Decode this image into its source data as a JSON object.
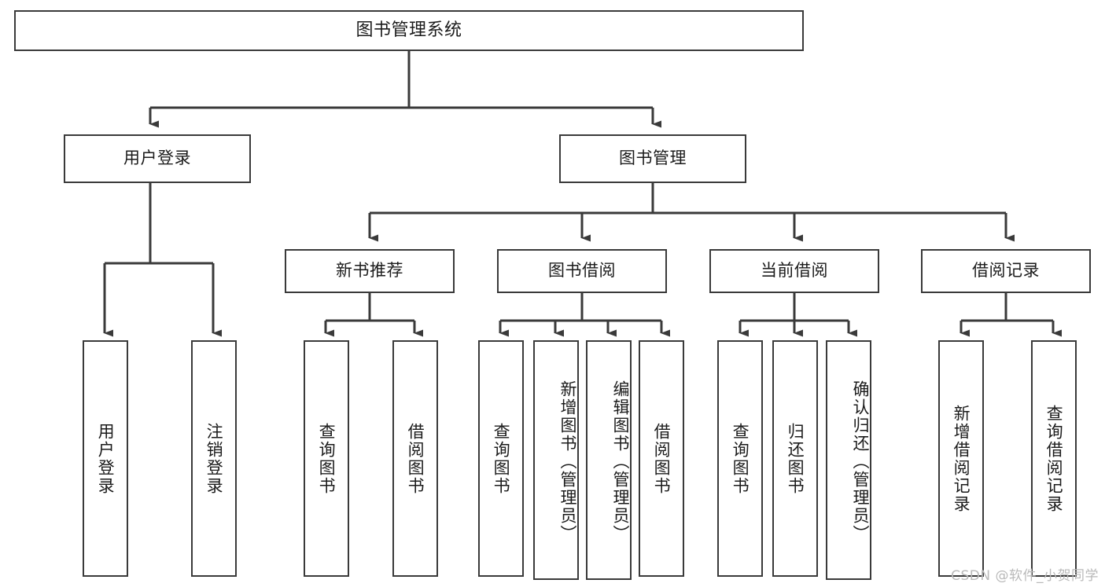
{
  "diagram": {
    "type": "tree-hierarchy-chart",
    "title": "图书管理系统",
    "root": {
      "label": "图书管理系统"
    },
    "level2": [
      {
        "label": "用户登录"
      },
      {
        "label": "图书管理"
      }
    ],
    "level3": [
      {
        "label": "新书推荐"
      },
      {
        "label": "图书借阅"
      },
      {
        "label": "当前借阅"
      },
      {
        "label": "借阅记录"
      }
    ],
    "leaves": {
      "user_login": [
        {
          "label": "用户登录"
        },
        {
          "label": "注销登录"
        }
      ],
      "new_book_recommend": [
        {
          "label": "查询图书"
        },
        {
          "label": "借阅图书"
        }
      ],
      "book_borrow": [
        {
          "label": "查询图书"
        },
        {
          "label": "新增图书（管理员）"
        },
        {
          "label": "编辑图书（管理员）"
        },
        {
          "label": "借阅图书"
        }
      ],
      "current_borrow": [
        {
          "label": "查询图书"
        },
        {
          "label": "归还图书"
        },
        {
          "label": "确认归还（管理员）"
        }
      ],
      "borrow_record": [
        {
          "label": "新增借阅记录"
        },
        {
          "label": "查询借阅记录"
        }
      ]
    }
  },
  "watermark": {
    "text": "CSDN @软件_小贺同学"
  },
  "colors": {
    "border": "#3a3a3a",
    "line": "#3a3a3a",
    "text": "#1b1b1b",
    "background": "#ffffff",
    "watermark": "#b9b9b9"
  }
}
